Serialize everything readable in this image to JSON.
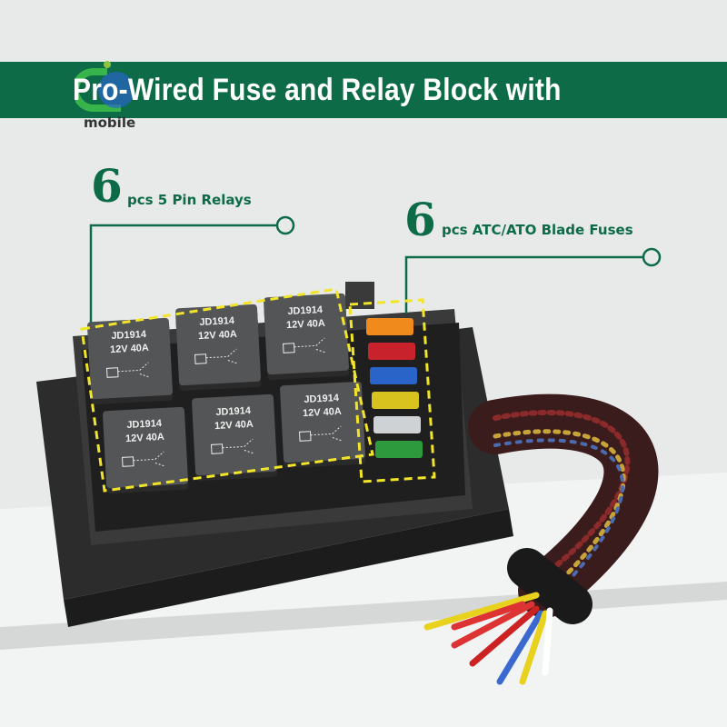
{
  "banner": {
    "title": "Pro-Wired Fuse and Relay Block with",
    "color": "#0d6b47"
  },
  "logo": {
    "text": "mobile"
  },
  "callouts": [
    {
      "number": "6",
      "text": "pcs 5 Pin Relays"
    },
    {
      "number": "6",
      "text": "pcs ATC/ATO Blade Fuses"
    }
  ],
  "relays": [
    {
      "model": "JD1914",
      "rating": "12V 40A"
    },
    {
      "model": "JD1914",
      "rating": "12V 40A"
    },
    {
      "model": "JD1914",
      "rating": "12V 40A"
    },
    {
      "model": "JD1914",
      "rating": "12V 40A"
    },
    {
      "model": "JD1914",
      "rating": "12V 40A"
    },
    {
      "model": "JD1914",
      "rating": "12V 40A"
    }
  ],
  "fuse_colors": [
    "#f08a1c",
    "#c8232c",
    "#2a64c8",
    "#d8c21e",
    "#cfd2d4",
    "#2e9a3e"
  ],
  "highlight_color": "#f2e529"
}
